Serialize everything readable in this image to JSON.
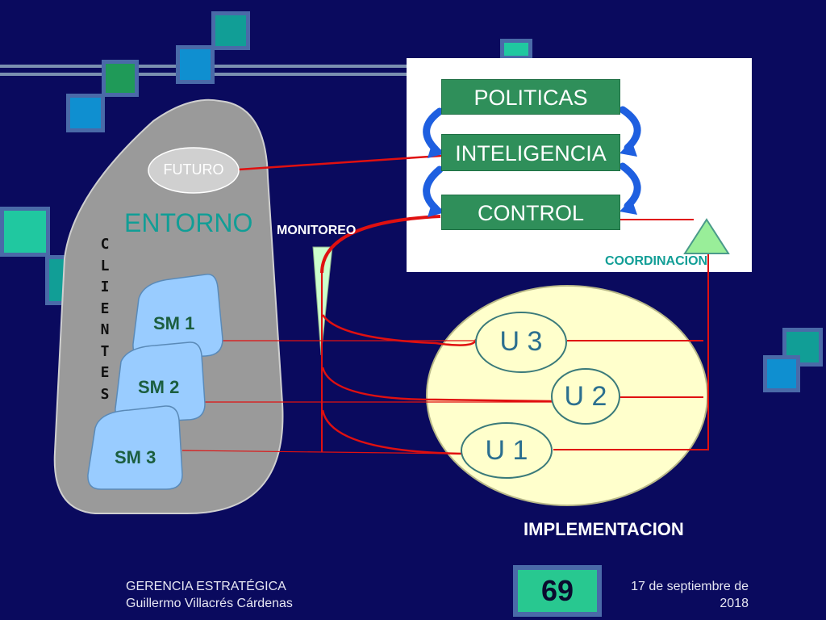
{
  "process": {
    "politicas": "POLITICAS",
    "inteligencia": "INTELIGENCIA",
    "control": "CONTROL",
    "coordinacion": "COORDINACION"
  },
  "environment": {
    "futuro": "FUTURO",
    "entorno": "ENTORNO",
    "clientes_letters": [
      "C",
      "L",
      "I",
      "E",
      "N",
      "T",
      "E",
      "S"
    ],
    "sm1": "SM 1",
    "sm2": "SM 2",
    "sm3": "SM 3"
  },
  "monitoreo": "MONITOREO",
  "implementation": {
    "u3": "U 3",
    "u2": "U 2",
    "u1": "U 1",
    "label": "IMPLEMENTACION"
  },
  "footer": {
    "course": "GERENCIA ESTRATÉGICA",
    "author": "Guillermo Villacrés Cárdenas",
    "page_number": "69",
    "date_line1": "17 de septiembre de",
    "date_line2": "2018"
  },
  "colors": {
    "background": "#0a0a5e",
    "process_box": "#2f8f5a",
    "connector": "#e01010",
    "cycle_arrow": "#1e5fe0",
    "environment": "#9a9a9a",
    "segment": "#99ccff",
    "implementation": "#ffffcc"
  }
}
